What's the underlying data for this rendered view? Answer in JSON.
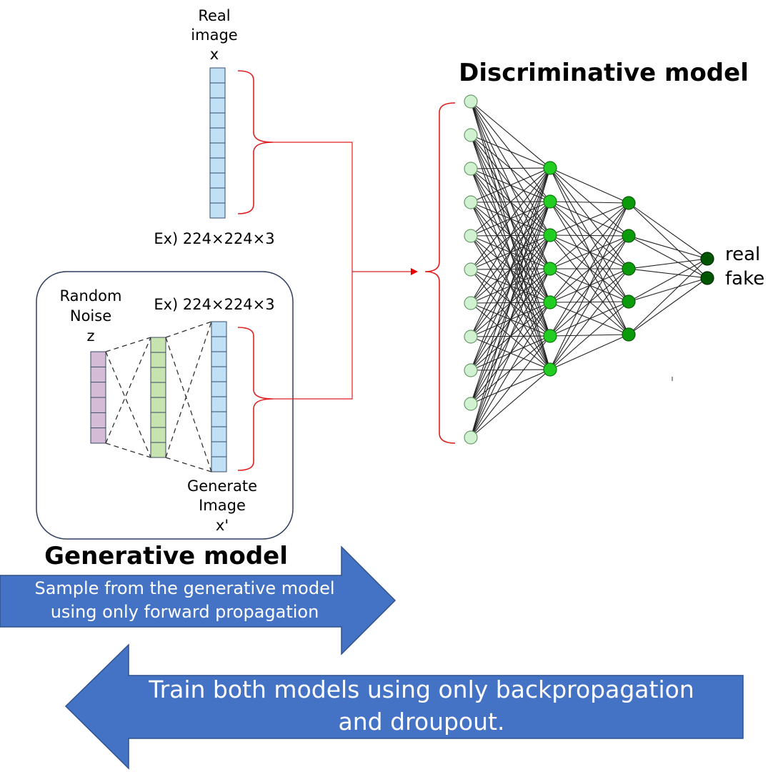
{
  "real_image": {
    "line1": "Real",
    "line2": "image",
    "line3": "x",
    "example": "Ex) 224×224×3"
  },
  "generator": {
    "noise_line1": "Random",
    "noise_line2": "Noise",
    "noise_line3": "z",
    "example": "Ex) 224×224×3",
    "gen_line1": "Generate",
    "gen_line2": "Image",
    "gen_line3": "x'",
    "title": "Generative model"
  },
  "discriminator": {
    "title": "Discriminative model",
    "outputs": [
      "real",
      "fake"
    ],
    "layer_sizes": [
      11,
      7,
      5,
      2
    ]
  },
  "forward_arrow": {
    "line1": "Sample from the generative model",
    "line2": "using only forward propagation"
  },
  "backward_arrow": {
    "line1": "Train both models using only backpropagation",
    "line2": "and droupout."
  },
  "colors": {
    "input_vector": "#bfe0f5",
    "noise_vector": "#d5bcd6",
    "hidden_vector": "#c7e3b0",
    "arrow_fill": "#4472c4",
    "bracket": "#e02020",
    "node_input": "#d0f2d0",
    "node_hidden1": "#22cc22",
    "node_hidden2": "#0a9a0a",
    "node_output": "#005500"
  }
}
